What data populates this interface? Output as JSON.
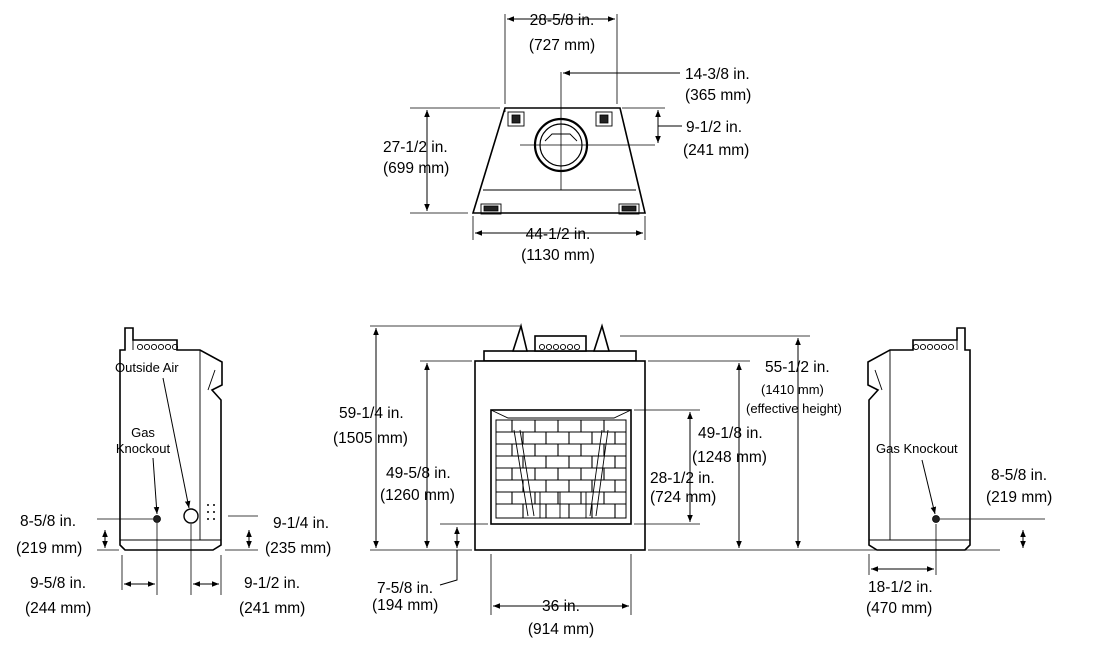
{
  "top_view": {
    "width_top": {
      "in": "28-5/8 in.",
      "mm": "(727 mm)"
    },
    "center_offset": {
      "in": "14-3/8 in.",
      "mm": "(365 mm)"
    },
    "depth": {
      "in": "27-1/2 in.",
      "mm": "(699 mm)"
    },
    "flue_offset": {
      "in": "9-1/2 in.",
      "mm": "(241 mm)"
    },
    "width_bottom": {
      "in": "44-1/2 in.",
      "mm": "(1130 mm)"
    }
  },
  "left_side_view": {
    "outside_air_label": "Outside Air",
    "gas_knockout_label_line1": "Gas",
    "gas_knockout_label_line2": "Knockout",
    "gas_height": {
      "in": "8-5/8 in.",
      "mm": "(219 mm)"
    },
    "air_height": {
      "in": "9-1/4 in.",
      "mm": "(235 mm)"
    },
    "gas_from_back": {
      "in": "9-5/8 in.",
      "mm": "(244 mm)"
    },
    "air_offset": {
      "in": "9-1/2 in.",
      "mm": "(241 mm)"
    }
  },
  "front_view": {
    "overall_height": {
      "in": "59-1/4 in.",
      "mm": "(1505 mm)"
    },
    "opening_height_total": {
      "in": "49-5/8 in.",
      "mm": "(1260 mm)"
    },
    "effective_height": {
      "in": "55-1/2 in.",
      "mm": "(1410 mm)",
      "note": "(effective height)"
    },
    "top_of_opening": {
      "in": "49-1/8 in.",
      "mm": "(1248 mm)"
    },
    "opening_height": {
      "in": "28-1/2 in.",
      "mm": "(724 mm)"
    },
    "base_height": {
      "in": "7-5/8 in.",
      "mm": "(194 mm)"
    },
    "opening_width": {
      "in": "36 in.",
      "mm": "(914 mm)"
    }
  },
  "right_side_view": {
    "gas_knockout_label": "Gas Knockout",
    "gas_height": {
      "in": "8-5/8 in.",
      "mm": "(219 mm)"
    },
    "gas_from_front": {
      "in": "18-1/2 in.",
      "mm": "(470 mm)"
    }
  }
}
